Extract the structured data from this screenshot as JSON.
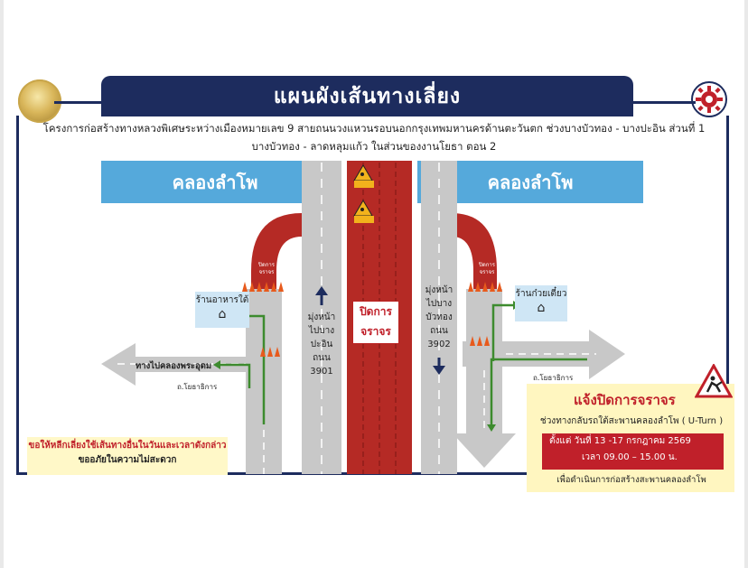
{
  "header": {
    "title": "แผนผังเส้นทางเลี่ยง",
    "subtitle_line1": "โครงการก่อสร้างทางหลวงพิเศษระหว่างเมืองหมายเลข 9 สายถนนวงแหวนรอบนอกกรุงเทพมหานครด้านตะวันตก ช่วงบางบัวทอง - บางปะอิน ส่วนที่ 1",
    "subtitle_line2": "บางบัวทอง - ลาดหลุมแก้ว ในส่วนของงานโยธา ตอน 2"
  },
  "canals": {
    "left": "คลองลำโพ",
    "right": "คลองลำโพ"
  },
  "roads": {
    "northbound": [
      "มุ่งหน้า",
      "ไปบาง",
      "ปะอิน",
      "ถนน",
      "3901"
    ],
    "southbound": [
      "มุ่งหน้า",
      "ไปบาง",
      "บัวทอง",
      "ถนน",
      "3902"
    ],
    "closed": [
      "ปิดการ",
      "จราจร"
    ],
    "uturn_small_left": [
      "ปิดการ",
      "จราจร"
    ],
    "uturn_small_right": [
      "ปิดการ",
      "จราจร"
    ]
  },
  "places": {
    "left_shop": "ร้านอาหารใต้",
    "right_shop": "ร้านก๋วยเตี๋ยว",
    "left_road": "ทางไปคลองพระอุดม",
    "left_yotha": "ถ.โยธาธิการ",
    "right_yotha": "ถ.โยธาธิการ"
  },
  "notice_left": {
    "line1": "ขอให้หลีกเลี่ยงใช้เส้นทางอื่นในวันและเวลาดังกล่าว",
    "line2": "ขออภัยในความไม่สะดวก"
  },
  "notice_right": {
    "heading": "แจ้งปิดการจราจร",
    "sub": "ช่วงทางกลับรถใต้สะพานคลองลำโพ ( U-Turn )",
    "date": "ตั้งแต่ วันที่ 13 -17 กรกฎาคม 2569",
    "time": "เวลา 09.00 – 15.00 น.",
    "purpose": "เพื่อดำเนินการก่อสร้างสะพานคลองลำโพ"
  },
  "colors": {
    "navy": "#1d2c5e",
    "canal_blue": "#55a9db",
    "closure_red": "#b52a25",
    "road_gray": "#c8c8c8",
    "route_green": "#3d8b2e"
  }
}
